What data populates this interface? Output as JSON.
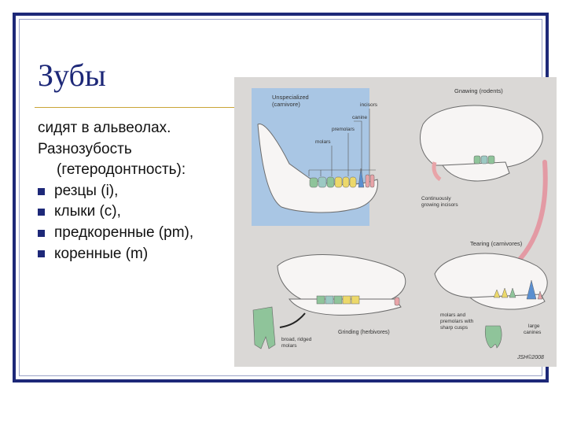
{
  "slide": {
    "title": "Зубы",
    "intro": "сидят в альвеолах.",
    "heterodonty_line1": "Разнозубость",
    "heterodonty_line2": "(гетеродонтность):",
    "bullets": [
      "резцы (i),",
      "клыки (c),",
      "предкоренные (pm),",
      "коренные (m)"
    ]
  },
  "figure": {
    "panel_unspecialized": "Unspecialized",
    "panel_unspecialized_sub": "(carnivore)",
    "incisors": "incisors",
    "canine": "canine",
    "premolars": "premolars",
    "molars": "molars",
    "panel_gnawing": "Gnawing (rodents)",
    "continuously_1": "Continuously",
    "continuously_2": "growing incisors",
    "panel_tearing": "Tearing (carnivores)",
    "sharp_1": "molars and",
    "sharp_2": "premolars with",
    "sharp_3": "sharp cusps",
    "large_1": "large",
    "large_2": "canines",
    "panel_grinding": "Grinding (herbivores)",
    "broad_1": "broad, ridged",
    "broad_2": "molars",
    "signature": "JSH©2008",
    "colors": {
      "blue_panel": "#a9c6e4",
      "incisor_pink": "#e8a4a8",
      "canine_blue": "#5a8fd0",
      "premolar_yellow": "#ecd86a",
      "molar_green": "#8fc49a",
      "molar_teal": "#9cc9c3"
    }
  }
}
